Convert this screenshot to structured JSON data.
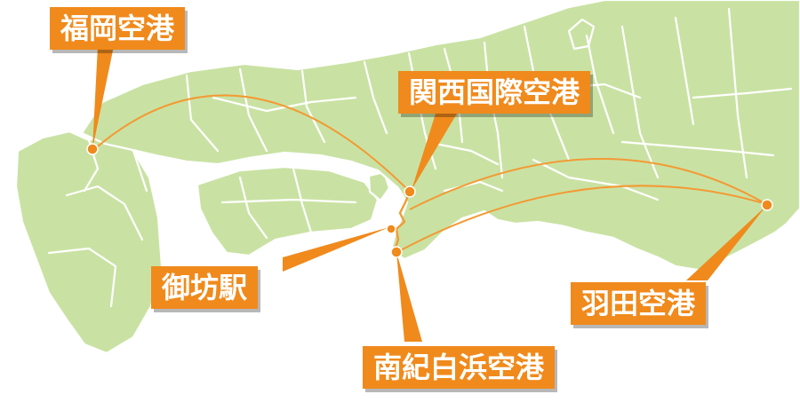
{
  "colors": {
    "land": "#c9e2a3",
    "accent": "#f08a1c",
    "route": "#f39a34",
    "label_text": "#ffffff"
  },
  "labels": {
    "fukuoka_airport": "福岡空港",
    "kansai_airport": "関西国際空港",
    "gobo_station": "御坊駅",
    "haneda_airport": "羽田空港",
    "nanki_shirahama_airport": "南紀白浜空港"
  }
}
